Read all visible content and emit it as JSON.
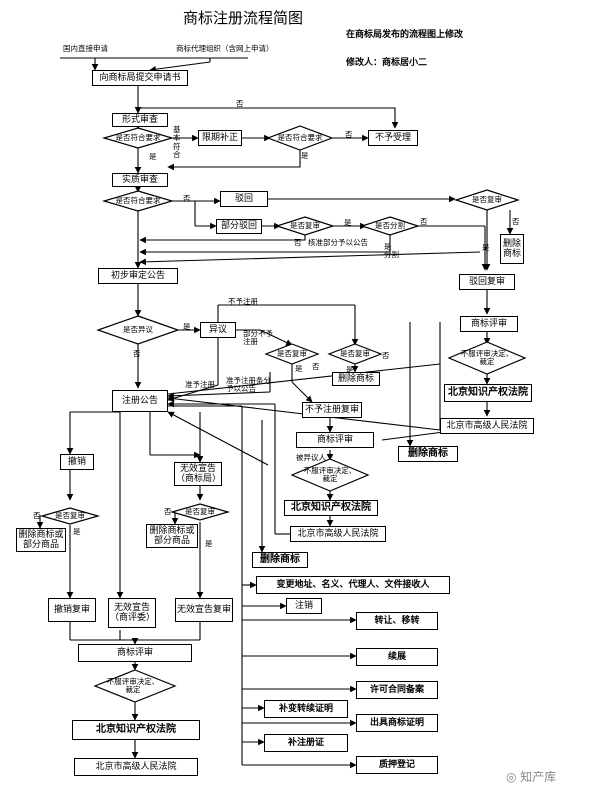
{
  "title": "商标注册流程简图",
  "note_source": "在商标局发布的流程图上修改",
  "note_editor": "修改人：商标居小二",
  "header": {
    "left": "国内直接申请",
    "right": "商标代理组织（含网上申请）"
  },
  "nodes": {
    "submit": "向商标局提交申请书",
    "formal_review": "形式审查",
    "d_formal_ok": "是否符合要求",
    "correction": "限期补正",
    "d_correction_ok": "是否符合要求",
    "not_accepted": "不予受理",
    "substantive_review": "实质审查",
    "d_subst_ok": "是否符合要求",
    "rejected": "驳回",
    "partial_reject": "部分驳回",
    "d_partial_review": "是否复审",
    "d_partial_split": "是否分割",
    "d_reject_review": "是否复审",
    "delete_mark_1": "删除商标",
    "reject_review": "驳回复审",
    "prelim_publication": "初步审定公告",
    "d_opposition": "是否异议",
    "opposition": "异议",
    "d_opp_review": "是否复审",
    "d_opp_review_2": "是否复审",
    "delete_mark_2": "删除商标",
    "registration_pub": "注册公告",
    "refuse_reg_review": "不予注册复审",
    "tr_board_1": "商标评审",
    "d_tr_board_1": "不服评审决定、裁定",
    "beijing_ip_court_1": "北京知识产权法院",
    "beijing_high_court_1": "北京市高级人民法院",
    "delete_mark_3": "删除商标",
    "tr_board_2": "商标评审",
    "d_tr_board_2": "不服评审决定、裁定",
    "beijing_ip_court_2": "北京知识产权法院",
    "beijing_high_court_2": "北京市高级人民法院",
    "delete_mark_4": "删除商标",
    "revoke": "撤销",
    "d_revoke_review": "是否复审",
    "delete_goods_1": "删除商标或部分商品",
    "invalid_office": "无效宣告（商标局）",
    "d_invalid_review": "是否复审",
    "delete_goods_2": "删除商标或部分商品",
    "revoke_review": "撤销复审",
    "invalid_board": "无效宣告（商评委）",
    "invalid_review": "无效宣告复审",
    "tr_board_3": "商标评审",
    "d_tr_board_3": "不服评审决定、裁定",
    "beijing_ip_court_3": "北京知识产权法院",
    "beijing_high_court_3": "北京市高级人民法院"
  },
  "services": [
    "变更地址、名义、代理人、文件接收人",
    "注销",
    "转让、移转",
    "续展",
    "许可合同备案",
    "补变转续证明",
    "出具商标证明",
    "补注册证",
    "质押登记"
  ],
  "edge_labels": {
    "yes": "是",
    "no": "否",
    "basic_meets": "基本符合",
    "approved_partial": "核准部分予以公告",
    "split": "分割",
    "not_register": "不予注册",
    "partial_not_register": "部分不予注册",
    "approve_register": "准予注册",
    "approve_part": "准予注册条分予以公告",
    "opposer": "被异议人"
  },
  "watermark": "知产库"
}
